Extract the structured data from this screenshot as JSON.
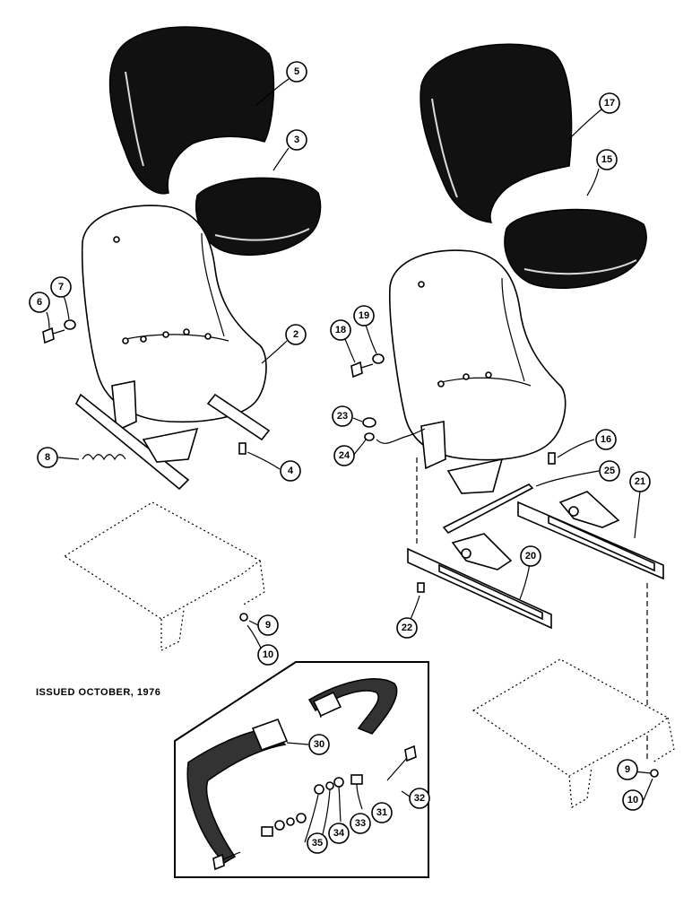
{
  "issued_note": "ISSUED OCTOBER, 1976",
  "callouts": [
    {
      "id": "c5",
      "label": "5"
    },
    {
      "id": "c3",
      "label": "3"
    },
    {
      "id": "c17",
      "label": "17"
    },
    {
      "id": "c15",
      "label": "15"
    },
    {
      "id": "c6",
      "label": "6"
    },
    {
      "id": "c7",
      "label": "7"
    },
    {
      "id": "c2",
      "label": "2"
    },
    {
      "id": "c18",
      "label": "18"
    },
    {
      "id": "c19",
      "label": "19"
    },
    {
      "id": "c23",
      "label": "23"
    },
    {
      "id": "c24",
      "label": "24"
    },
    {
      "id": "c16",
      "label": "16"
    },
    {
      "id": "c25",
      "label": "25"
    },
    {
      "id": "c8",
      "label": "8"
    },
    {
      "id": "c4",
      "label": "4"
    },
    {
      "id": "c21",
      "label": "21"
    },
    {
      "id": "c20",
      "label": "20"
    },
    {
      "id": "c22",
      "label": "22"
    },
    {
      "id": "c9a",
      "label": "9"
    },
    {
      "id": "c10a",
      "label": "10"
    },
    {
      "id": "c30a",
      "label": "30"
    },
    {
      "id": "c30b",
      "label": "30"
    },
    {
      "id": "c32",
      "label": "32"
    },
    {
      "id": "c31",
      "label": "31"
    },
    {
      "id": "c33",
      "label": "33"
    },
    {
      "id": "c34",
      "label": "34"
    },
    {
      "id": "c35",
      "label": "35"
    },
    {
      "id": "c9b",
      "label": "9"
    },
    {
      "id": "c10b",
      "label": "10"
    }
  ]
}
